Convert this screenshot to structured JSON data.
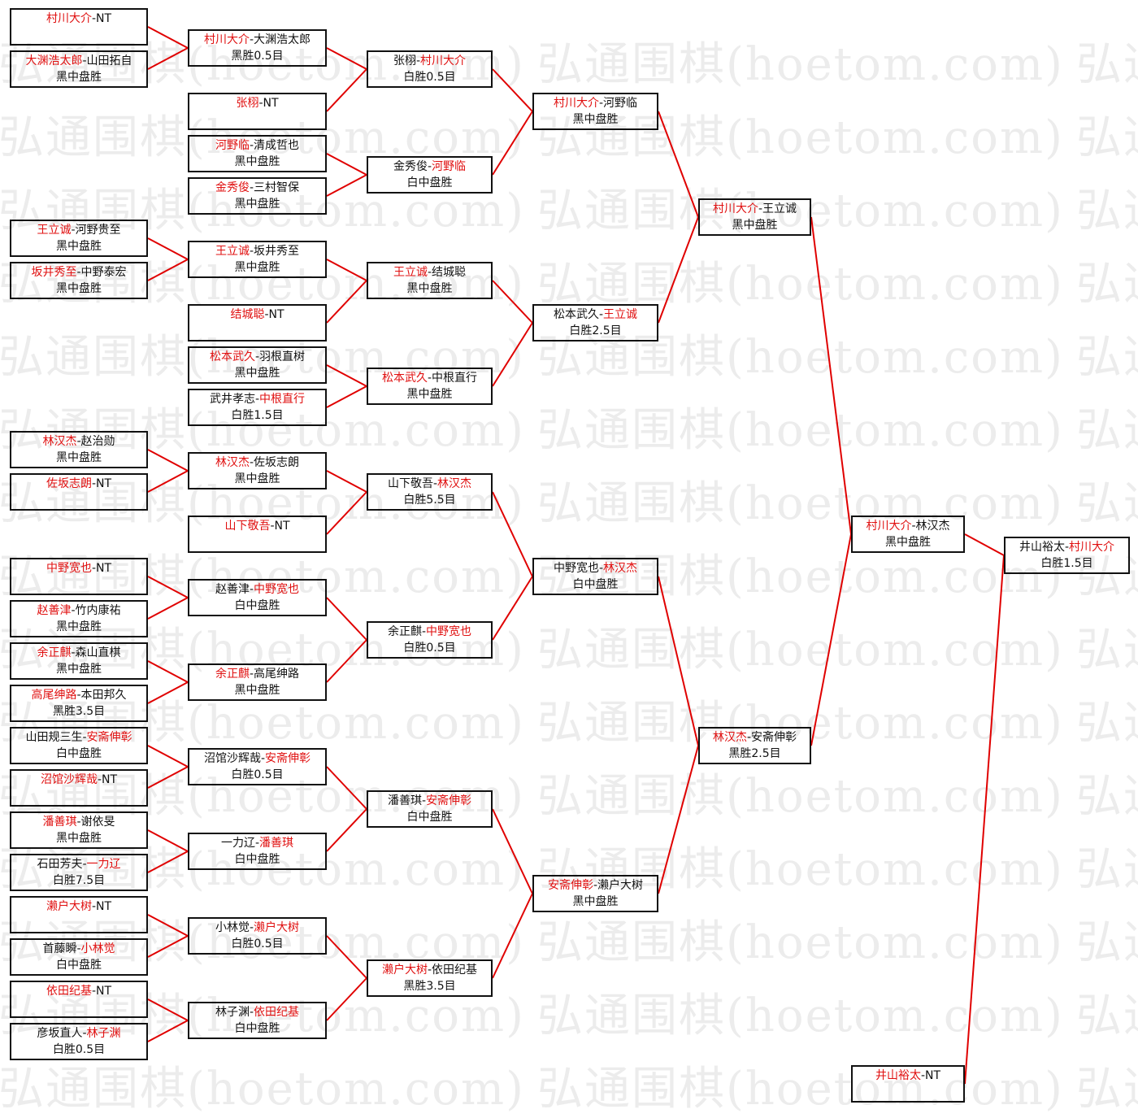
{
  "watermark": "弘通围棋(hoetom.com)",
  "colors": {
    "winner": "#e01010",
    "line": "#e00000",
    "border": "#111111",
    "watermark": "#ececec"
  },
  "rounds": [
    [
      {
        "a": "村川大介",
        "b": "NT",
        "w": 0,
        "r": ""
      },
      {
        "a": "大渊浩太郎",
        "b": "山田拓自",
        "w": 0,
        "r": "黑中盘胜"
      },
      {
        "a": "王立诚",
        "b": "河野贵至",
        "w": 0,
        "r": "黑中盘胜"
      },
      {
        "a": "坂井秀至",
        "b": "中野泰宏",
        "w": 0,
        "r": "黑中盘胜"
      },
      {
        "a": "林汉杰",
        "b": "赵治勋",
        "w": 0,
        "r": "黑中盘胜"
      },
      {
        "a": "佐坂志朗",
        "b": "NT",
        "w": 0,
        "r": ""
      },
      {
        "a": "中野宽也",
        "b": "NT",
        "w": 0,
        "r": ""
      },
      {
        "a": "赵善津",
        "b": "竹内康祐",
        "w": 0,
        "r": "黑中盘胜"
      },
      {
        "a": "余正麒",
        "b": "森山直棋",
        "w": 0,
        "r": "黑中盘胜"
      },
      {
        "a": "高尾绅路",
        "b": "本田邦久",
        "w": 0,
        "r": "黑胜3.5目"
      },
      {
        "a": "山田规三生",
        "b": "安斋伸彰",
        "w": 1,
        "r": "白中盘胜"
      },
      {
        "a": "沼馆沙辉哉",
        "b": "NT",
        "w": 0,
        "r": ""
      },
      {
        "a": "潘善琪",
        "b": "谢依旻",
        "w": 0,
        "r": "黑中盘胜"
      },
      {
        "a": "石田芳夫",
        "b": "一力辽",
        "w": 1,
        "r": "白胜7.5目"
      },
      {
        "a": "濑户大树",
        "b": "NT",
        "w": 0,
        "r": ""
      },
      {
        "a": "首藤瞬",
        "b": "小林觉",
        "w": 1,
        "r": "白中盘胜"
      },
      {
        "a": "依田纪基",
        "b": "NT",
        "w": 0,
        "r": ""
      },
      {
        "a": "彦坂直人",
        "b": "林子渊",
        "w": 1,
        "r": "白胜0.5目"
      }
    ],
    [
      {
        "a": "村川大介",
        "b": "大渊浩太郎",
        "w": 0,
        "r": "黑胜0.5目"
      },
      {
        "a": "张栩",
        "b": "NT",
        "w": 0,
        "r": ""
      },
      {
        "a": "河野临",
        "b": "清成哲也",
        "w": 0,
        "r": "黑中盘胜"
      },
      {
        "a": "金秀俊",
        "b": "三村智保",
        "w": 0,
        "r": "黑中盘胜"
      },
      {
        "a": "王立诚",
        "b": "坂井秀至",
        "w": 0,
        "r": "黑中盘胜"
      },
      {
        "a": "结城聪",
        "b": "NT",
        "w": 0,
        "r": ""
      },
      {
        "a": "松本武久",
        "b": "羽根直树",
        "w": 0,
        "r": "黑中盘胜"
      },
      {
        "a": "武井孝志",
        "b": "中根直行",
        "w": 1,
        "r": "白胜1.5目"
      },
      {
        "a": "林汉杰",
        "b": "佐坂志朗",
        "w": 0,
        "r": "黑中盘胜"
      },
      {
        "a": "山下敬吾",
        "b": "NT",
        "w": 0,
        "r": ""
      },
      {
        "a": "赵善津",
        "b": "中野宽也",
        "w": 1,
        "r": "白中盘胜"
      },
      {
        "a": "余正麒",
        "b": "高尾绅路",
        "w": 0,
        "r": "黑中盘胜"
      },
      {
        "a": "沼馆沙辉哉",
        "b": "安斋伸彰",
        "w": 1,
        "r": "白胜0.5目"
      },
      {
        "a": "一力辽",
        "b": "潘善琪",
        "w": 1,
        "r": "白中盘胜"
      },
      {
        "a": "小林觉",
        "b": "濑户大树",
        "w": 1,
        "r": "白胜0.5目"
      },
      {
        "a": "林子渊",
        "b": "依田纪基",
        "w": 1,
        "r": "白中盘胜"
      }
    ],
    [
      {
        "a": "张栩",
        "b": "村川大介",
        "w": 1,
        "r": "白胜0.5目"
      },
      {
        "a": "金秀俊",
        "b": "河野临",
        "w": 1,
        "r": "白中盘胜"
      },
      {
        "a": "王立诚",
        "b": "结城聪",
        "w": 0,
        "r": "黑中盘胜"
      },
      {
        "a": "松本武久",
        "b": "中根直行",
        "w": 0,
        "r": "黑中盘胜"
      },
      {
        "a": "山下敬吾",
        "b": "林汉杰",
        "w": 1,
        "r": "白胜5.5目"
      },
      {
        "a": "余正麒",
        "b": "中野宽也",
        "w": 1,
        "r": "白胜0.5目"
      },
      {
        "a": "潘善琪",
        "b": "安斋伸彰",
        "w": 1,
        "r": "白中盘胜"
      },
      {
        "a": "濑户大树",
        "b": "依田纪基",
        "w": 0,
        "r": "黑胜3.5目"
      }
    ],
    [
      {
        "a": "村川大介",
        "b": "河野临",
        "w": 0,
        "r": "黑中盘胜"
      },
      {
        "a": "松本武久",
        "b": "王立诚",
        "w": 1,
        "r": "白胜2.5目"
      },
      {
        "a": "中野宽也",
        "b": "林汉杰",
        "w": 1,
        "r": "白中盘胜"
      },
      {
        "a": "安斋伸彰",
        "b": "濑户大树",
        "w": 0,
        "r": "黑中盘胜"
      }
    ],
    [
      {
        "a": "村川大介",
        "b": "王立诚",
        "w": 0,
        "r": "黑中盘胜"
      },
      {
        "a": "林汉杰",
        "b": "安斋伸彰",
        "w": 0,
        "r": "黑胜2.5目"
      }
    ],
    [
      {
        "a": "村川大介",
        "b": "林汉杰",
        "w": 0,
        "r": "黑中盘胜"
      },
      {
        "a": "井山裕太",
        "b": "NT",
        "w": 0,
        "r": ""
      }
    ],
    [
      {
        "a": "井山裕太",
        "b": "村川大介",
        "w": 1,
        "r": "白胜1.5目"
      }
    ]
  ]
}
